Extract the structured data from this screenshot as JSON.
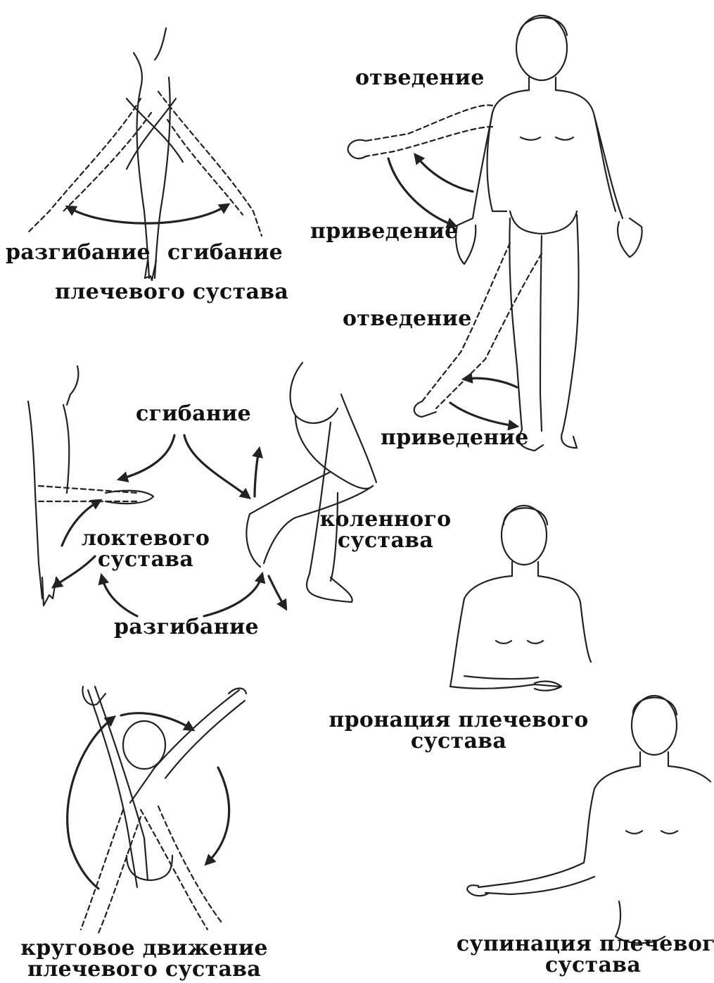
{
  "shoulder_flex": {
    "extension": "разгибание",
    "flexion": "сгибание",
    "caption": "плечевого сустава"
  },
  "abduction": {
    "arm_abduction": "отведение",
    "arm_adduction": "приведение",
    "leg_abduction": "отведение",
    "leg_adduction": "приведение"
  },
  "elbow_knee": {
    "flexion": "сгибание",
    "elbow_caption_1": "локтевого",
    "elbow_caption_2": "сустава",
    "knee_caption_1": "коленного",
    "knee_caption_2": "сустава",
    "extension": "разгибание"
  },
  "pronation": {
    "line_1": "пронация плечевого",
    "line_2": "сустава"
  },
  "circular": {
    "line_1": "круговое движение",
    "line_2": "плечевого сустава"
  },
  "supination": {
    "line_1": "супинация плечевого",
    "line_2": "сустава"
  }
}
